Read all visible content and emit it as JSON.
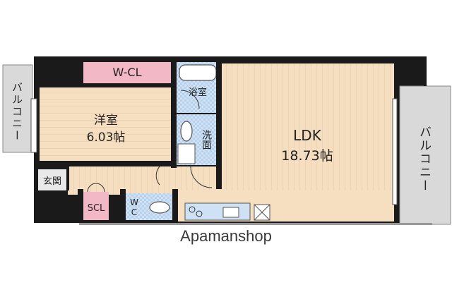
{
  "rooms": {
    "walk_in_closet": "W-CL",
    "western_room": "洋室",
    "western_room_area": "6.03帖",
    "ldk": "LDK",
    "ldk_area": "18.73帖",
    "bathroom": "浴室",
    "washroom": "洗面",
    "entrance": "玄関",
    "shoe_closet": "SCL",
    "toilet": "W\nC",
    "balcony_left": "バルコニー",
    "balcony_right": "バルコニー"
  },
  "watermark": "Apamanshop",
  "colors": {
    "wall": "#1a1a1a",
    "floor": "#f5dfc0",
    "floor_line": "#e2c7a2",
    "wcl": "#f2b8c6",
    "wet": "#bcd7ef",
    "balcony": "#d9d9d9"
  }
}
